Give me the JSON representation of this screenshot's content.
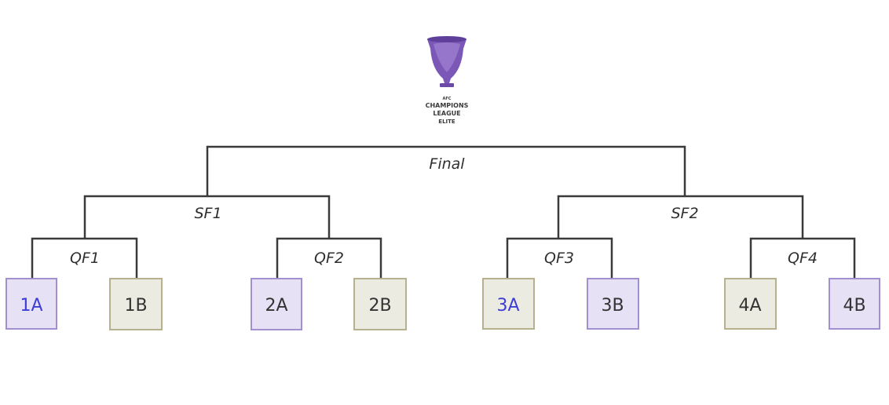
{
  "logo": {
    "top_text": "AFC",
    "line1": "CHAMPIONS",
    "line2": "LEAGUE",
    "line3": "ELITE",
    "trophy_color": "#7b57b8",
    "elite_color": "#c9a85a"
  },
  "rounds": {
    "final": "Final",
    "sf1": "SF1",
    "sf2": "SF2",
    "qf1": "QF1",
    "qf2": "QF2",
    "qf3": "QF3",
    "qf4": "QF4"
  },
  "teams": [
    {
      "label": "1A",
      "style": "purple",
      "text_color": "#3d3dd6"
    },
    {
      "label": "1B",
      "style": "beige",
      "text_color": "#333333"
    },
    {
      "label": "2A",
      "style": "purple",
      "text_color": "#333333"
    },
    {
      "label": "2B",
      "style": "beige",
      "text_color": "#333333"
    },
    {
      "label": "3A",
      "style": "beige",
      "text_color": "#3d3dd6"
    },
    {
      "label": "3B",
      "style": "purple",
      "text_color": "#333333"
    },
    {
      "label": "4A",
      "style": "beige",
      "text_color": "#333333"
    },
    {
      "label": "4B",
      "style": "purple",
      "text_color": "#333333"
    }
  ],
  "colors": {
    "purple_fill": "#e6e1f4",
    "purple_stroke": "#a28fd0",
    "beige_fill": "#ecebe1",
    "beige_stroke": "#b7b08f"
  }
}
